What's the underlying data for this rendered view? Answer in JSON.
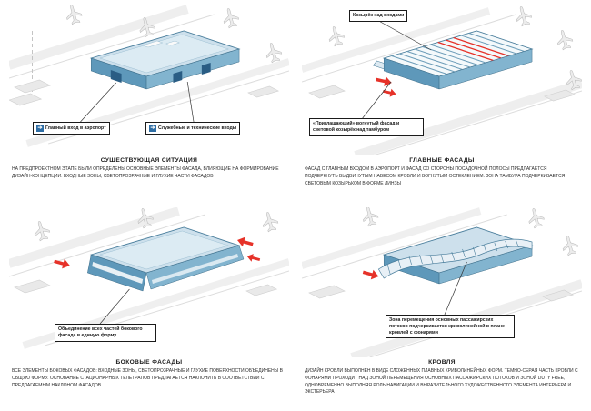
{
  "document": {
    "background": "#ffffff"
  },
  "colors": {
    "building_roof": "#cde0ec",
    "building_side_dark": "#5e98ba",
    "building_side_light": "#82b4cf",
    "accent_red": "#e63229",
    "site_gray": "#e6e6e6",
    "callout_border": "#1a1a1a"
  },
  "icons": {
    "entrance_arrow": "➔"
  },
  "panels": [
    {
      "title": "СУЩЕСТВУЮЩАЯ СИТУАЦИЯ",
      "caption": "НА ПРЕДПРОЕКТНОМ ЭТАПЕ БЫЛИ ОПРЕДЕЛЕНЫ ОСНОВНЫЕ ЭЛЕМЕНТЫ ФАСАДА, ВЛИЯЮЩИЕ НА ФОРМИРОВАНИЕ ДИЗАЙН-КОНЦЕПЦИИ: ВХОДНЫЕ ЗОНЫ, СВЕТОПРОЗРАЧНЫЕ И ГЛУХИЕ ЧАСТИ ФАСАДОВ",
      "callouts": [
        {
          "label": "Главный вход в аэропорт"
        },
        {
          "label": "Служебные и технические входы"
        }
      ]
    },
    {
      "title": "ГЛАВНЫЕ ФАСАДЫ",
      "caption": "ФАСАД С ГЛАВНЫМ ВХОДОМ В АЭРОПОРТ И ФАСАД СО СТОРОНЫ ПОСАДОЧНОЙ ПОЛОСЫ ПРЕДЛАГАЕТСЯ ПОДЧЕРКНУТЬ ВЫДВИНУТЫМ НАВЕСОМ КРОВЛИ И ВОГНУТЫМ ОСТЕКЛЕНИЕМ. ЗОНА ТАМБУРА ПОДЧЕРКИВАЕТСЯ СВЕТОВЫМ КОЗЫРЬКОМ В ФОРМЕ ЛИНЗЫ",
      "callouts": [
        {
          "label": "Козырёк над входами"
        },
        {
          "label": "«Приглашающий» вогнутый фасад и световой козырёк над тамбуром"
        }
      ]
    },
    {
      "title": "БОКОВЫЕ ФАСАДЫ",
      "caption": "ВСЕ ЭЛЕМЕНТЫ БОКОВЫХ ФАСАДОВ: ВХОДНЫЕ ЗОНЫ, СВЕТОПРОЗРАЧНЫЕ И ГЛУХИЕ ПОВЕРХНОСТИ ОБЪЕДИНЕНЫ В ОБЩУЮ ФОРМУ. ОСНОВАНИЕ СТАЦИОНАРНЫХ ТЕЛЕТРАПОВ ПРЕДЛАГАЕТСЯ НАКЛОНИТЬ В СООТВЕТСТВИИ С ПРЕДЛАГАЕМЫМ НАКЛОНОМ ФАСАДОВ",
      "callouts": [
        {
          "label": "Объединение всех частей бокового фасада в единую форму"
        }
      ]
    },
    {
      "title": "КРОВЛЯ",
      "caption": "ДИЗАЙН КРОВЛИ ВЫПОЛНЕН В ВИДЕ СЛОЖЕННЫХ ПЛАВНЫХ КРИВОЛИНЕЙНЫХ ФОРМ. ТЕМНО-СЕРАЯ ЧАСТЬ КРОВЛИ С ФОНАРЯМИ ПРОХОДИТ НАД ЗОНОЙ ПЕРЕМЕЩЕНИЯ ОСНОВНЫХ ПАССАЖИРСКИХ ПОТОКОВ И ЗОНОЙ DUTY FREE, ОДНОВРЕМЕННО ВЫПОЛНЯЯ РОЛЬ НАВИГАЦИИ И ВЫРАЗИТЕЛЬНОГО ХУДОЖЕСТВЕННОГО ЭЛЕМЕНТА ИНТЕРЬЕРА И ЭКСТЕРЬЕРА",
      "callouts": [
        {
          "label": "Зона перемещения основных пассажирских потоков подчеркивается криволинейной в плане кровлей с фонарями"
        }
      ]
    }
  ]
}
